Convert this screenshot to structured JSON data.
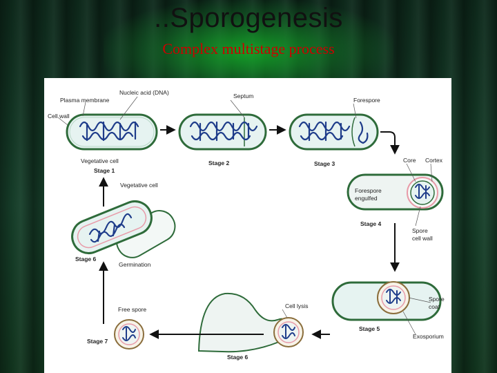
{
  "slide": {
    "title": "..Sporogenesis",
    "subtitle": "Complex multistage process"
  },
  "figure": {
    "labels": {
      "nucleic_acid": "Nucleic acid (DNA)",
      "plasma_membrane": "Plasma membrane",
      "cell_wall": "Cell wall",
      "septum": "Septum",
      "forespore": "Forespore",
      "core": "Core",
      "cortex": "Cortex",
      "forespore_engulfed": [
        "Forespore",
        "engulfed"
      ],
      "spore_cell_wall": [
        "Spore",
        "cell wall"
      ],
      "vegetative_cell_top": "Vegetative cell",
      "vegetative_cell": "Vegetative cell",
      "germination": "Germination",
      "cell_lysis": "Cell lysis",
      "free_spore": "Free spore",
      "spore_coat": [
        "Spore",
        "coat"
      ],
      "exosporium": "Exosporium"
    },
    "stages": {
      "stage1": "Stage 1",
      "stage2": "Stage 2",
      "stage3": "Stage 3",
      "stage4": "Stage 4",
      "stage5": "Stage 5",
      "stage6": "Stage 6",
      "stage6b": "Stage 6",
      "stage7": "Stage 7"
    }
  },
  "colors": {
    "title": "#111111",
    "subtitle": "#cc0000",
    "cell_wall": "#2e6b3a",
    "cell_fill": "#e6f3f1",
    "dna": "#1e3c8a",
    "membrane_pink": "#e89aa8"
  }
}
